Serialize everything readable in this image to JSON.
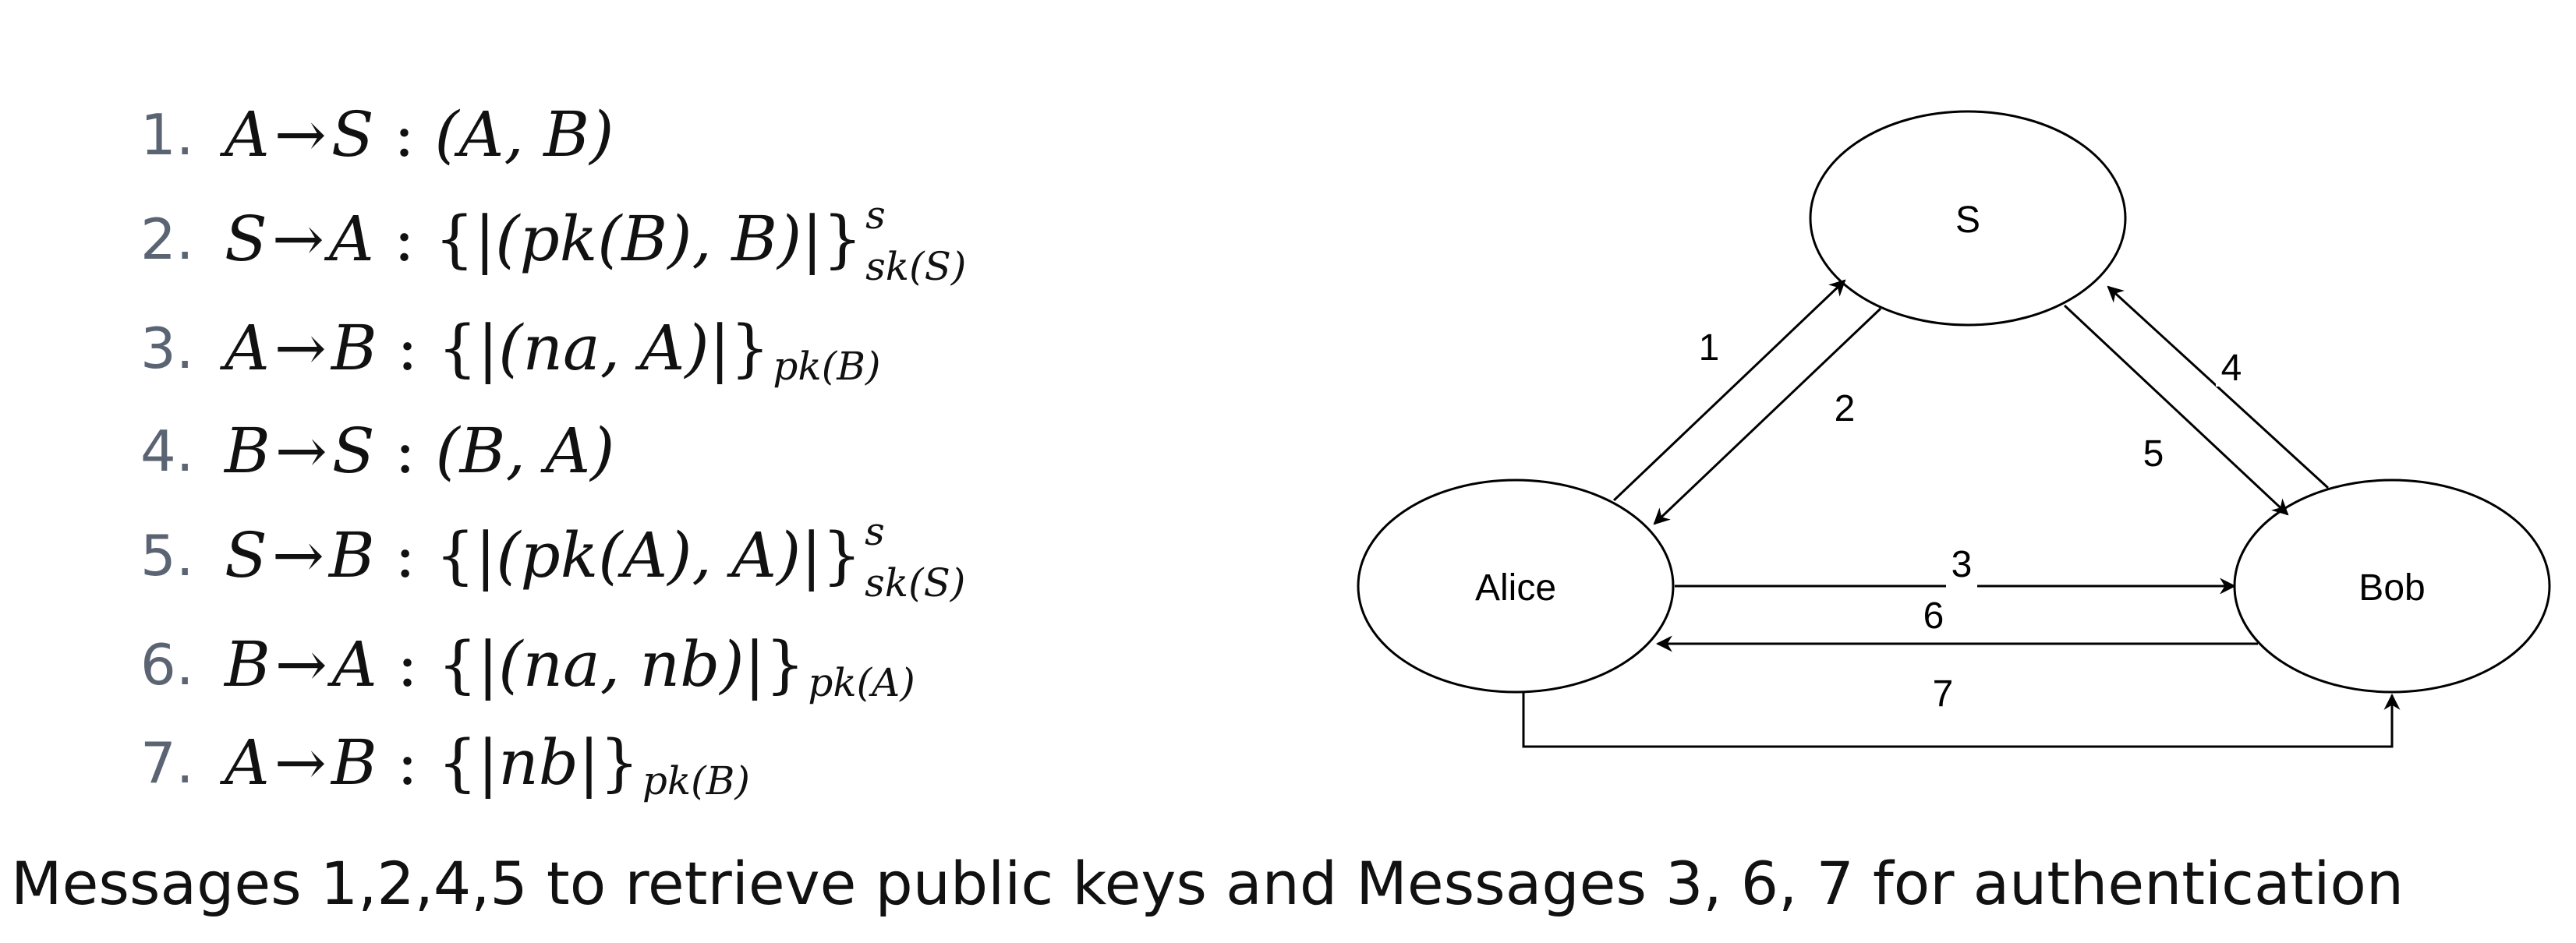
{
  "messages": [
    {
      "num": "1.",
      "from": "A",
      "to": "S",
      "body": "(A, B)"
    },
    {
      "num": "2.",
      "from": "S",
      "to": "A",
      "body": "(pk(B), B)",
      "sup": "s",
      "sub": "sk(S)"
    },
    {
      "num": "3.",
      "from": "A",
      "to": "B",
      "body": "(na, A)",
      "sub": "pk(B)"
    },
    {
      "num": "4.",
      "from": "B",
      "to": "S",
      "body": "(B, A)"
    },
    {
      "num": "5.",
      "from": "S",
      "to": "B",
      "body": "(pk(A), A)",
      "sup": "s",
      "sub": "sk(S)"
    },
    {
      "num": "6.",
      "from": "B",
      "to": "A",
      "body": "(na, nb)",
      "sub": "pk(A)"
    },
    {
      "num": "7.",
      "from": "A",
      "to": "B",
      "body": "nb",
      "sub": "pk(B)"
    }
  ],
  "diagram": {
    "nodes": {
      "server": "S",
      "alice": "Alice",
      "bob": "Bob"
    },
    "edge_labels": {
      "e1": "1",
      "e2": "2",
      "e3": "3",
      "e4": "4",
      "e5": "5",
      "e6": "6",
      "e7": "7"
    }
  },
  "caption": "Messages 1,2,4,5 to retrieve public keys and Messages 3, 6, 7 for authentication"
}
